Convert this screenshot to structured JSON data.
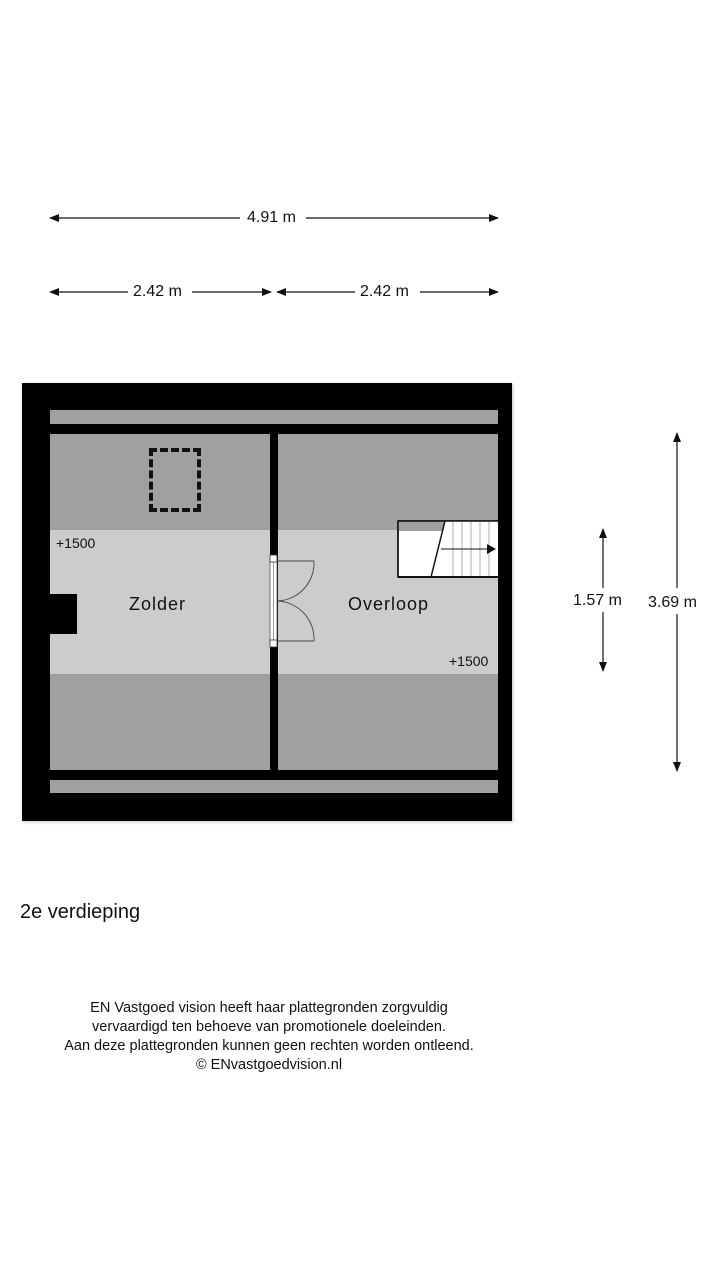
{
  "dimensions": {
    "total_width": "4.91 m",
    "left_width": "2.42 m",
    "right_width": "2.42 m",
    "room_depth": "1.57 m",
    "total_depth": "3.69 m"
  },
  "rooms": [
    {
      "name": "Zolder",
      "level": "+1500"
    },
    {
      "name": "Overloop",
      "level": "+1500"
    }
  ],
  "floor_title": "2e verdieping",
  "disclaimer": {
    "line1": "EN Vastgoed vision heeft haar plattegronden zorgvuldig",
    "line2": "vervaardigd ten behoeve van promotionele doeleinden.",
    "line3": "Aan deze plattegronden kunnen geen rechten worden ontleend.",
    "line4": "© ENvastgoedvision.nl"
  },
  "colors": {
    "wall": "#000000",
    "low_ceiling_zone": "#a0a0a0",
    "full_height_zone": "#cccccc",
    "stair": "#ffffff"
  }
}
